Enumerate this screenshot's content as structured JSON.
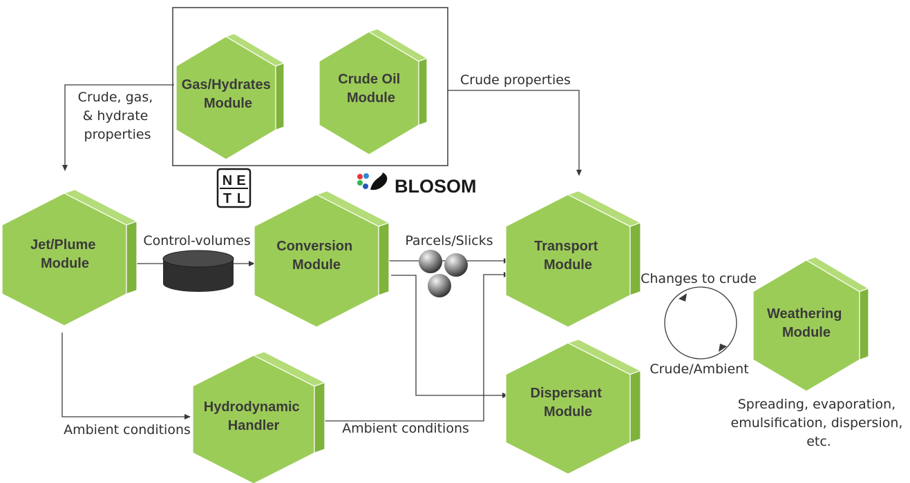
{
  "modules": {
    "gas_hydrates": [
      "Gas/Hydrates",
      "Module"
    ],
    "crude_oil": [
      "Crude Oil",
      "Module"
    ],
    "jet_plume": [
      "Jet/Plume",
      "Module"
    ],
    "conversion": [
      "Conversion",
      "Module"
    ],
    "transport": [
      "Transport",
      "Module"
    ],
    "dispersant": [
      "Dispersant",
      "Module"
    ],
    "hydrodynamic": [
      "Hydrodynamic",
      "Handler"
    ],
    "weathering": [
      "Weathering",
      "Module"
    ]
  },
  "labels": {
    "crude_gas_hydrate": [
      "Crude, gas,",
      "& hydrate",
      "properties"
    ],
    "crude_properties": "Crude properties",
    "control_volumes": "Control-volumes",
    "parcels_slicks": "Parcels/Slicks",
    "changes_to_crude": "Changes to crude",
    "crude_ambient": "Crude/Ambient",
    "ambient_left": "Ambient conditions",
    "ambient_mid": "Ambient conditions",
    "weathering_processes": [
      "Spreading, evaporation,",
      "emulsification, dispersion,",
      "etc."
    ]
  },
  "logos": {
    "netl": [
      "N",
      "E",
      "T",
      "L"
    ],
    "blosom": "BLOSOM"
  },
  "colors": {
    "module_front": "#9ccc58",
    "module_side": "#7fb33c",
    "module_top": "#b4dc78",
    "arrow": "#3a3a3a",
    "cylinder": "#2f2f2f"
  }
}
